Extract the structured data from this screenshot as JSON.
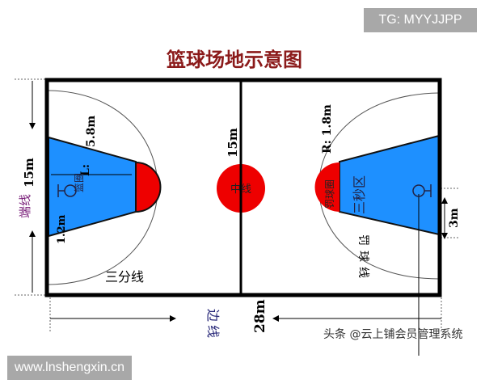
{
  "title": "篮球场地示意图",
  "badge_top": "TG: MYYJJPP",
  "badge_bottom": "www.lnshengxin.cn",
  "watermark": "头条 @云上铺会员管理系统",
  "labels": {
    "end_line": "端线",
    "end_line_length": "15m",
    "side_line": "边线",
    "side_line_length": "28m",
    "center_line_width": "15m",
    "center_circle": "中线",
    "three_point_line": "三分线",
    "key_top": "5.8m",
    "key_depth": "L:",
    "basket": "篮圈",
    "basket_offset": "1.2m",
    "radius": "R:  1.8m",
    "free_throw_circle": "罚球圈",
    "three_second_area": "三秒区",
    "free_throw_line": "罚球线",
    "three_m": "3m"
  },
  "colors": {
    "key": "#1e90ff",
    "circle": "#ee0000",
    "title": "#8b1a1a",
    "end_line_label": "#7a1f7a",
    "side_line_label": "#2a2a7a"
  }
}
